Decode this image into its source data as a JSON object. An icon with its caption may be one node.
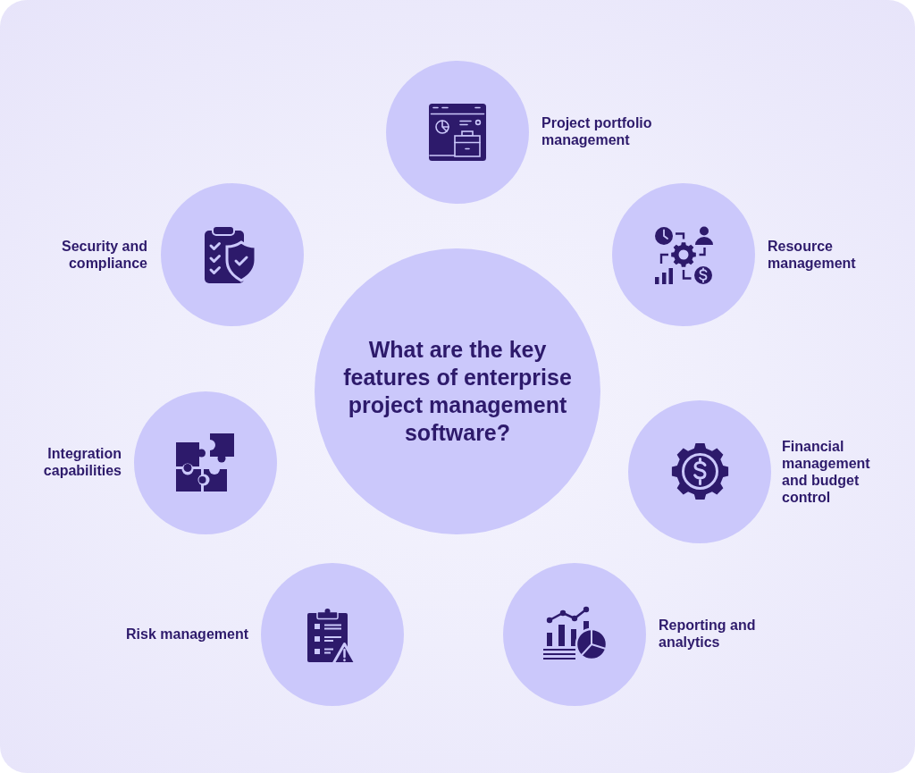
{
  "diagram": {
    "nodes": [
      {
        "text": [
          "What are the key features of enterprise project management software?"
        ]
      },
      {
        "text": [],
        "shape": "circle",
        "beside": [
          "Project portfolio management"
        ]
      },
      {
        "text": [],
        "shape": "circle",
        "beside": [
          "Resource management"
        ]
      },
      {
        "text": [],
        "shape": "circle",
        "beside": [
          "Financial management and budget control"
        ]
      },
      {
        "text": [],
        "shape": "circle",
        "beside": [
          "Reporting and analytics"
        ]
      },
      {
        "text": [],
        "shape": "circle",
        "beside": [
          "Risk management"
        ]
      },
      {
        "text": [],
        "shape": "circle",
        "beside": [
          "Integration capabilities"
        ]
      },
      {
        "text": [],
        "shape": "circle",
        "beside": [
          "Security and compliance"
        ]
      }
    ]
  }
}
